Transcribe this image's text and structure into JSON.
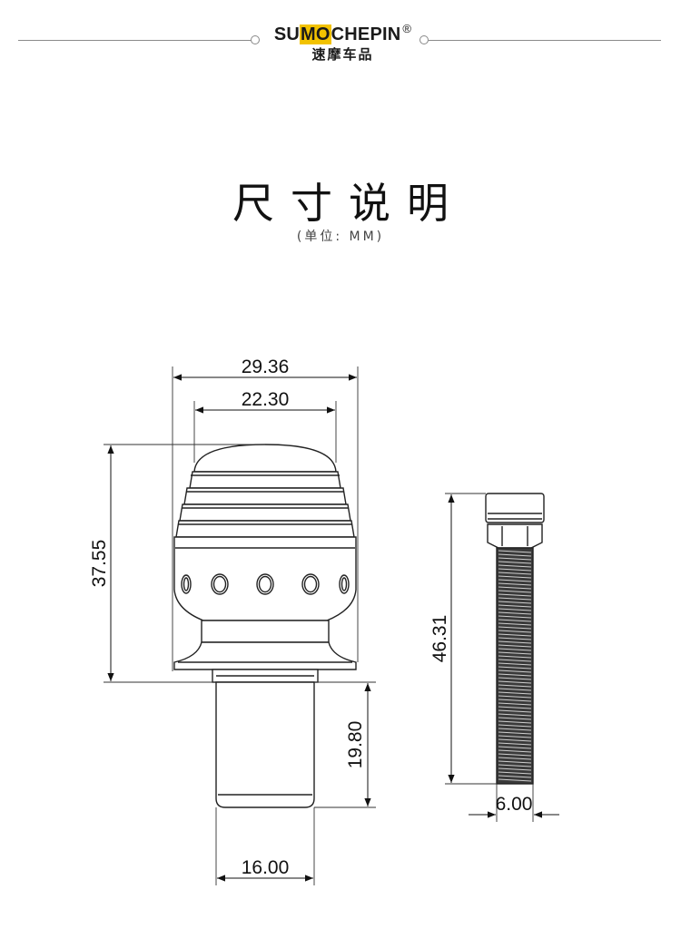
{
  "brand": {
    "name_part1": "SU",
    "name_highlight": "MO",
    "name_part2": "CHEPIN",
    "registered": "®",
    "name_cn": "速摩车品",
    "highlight_color": "#f2c200"
  },
  "heading": {
    "title": "尺寸说明",
    "unit": "(单位: MM)"
  },
  "dimensions": {
    "top_outer_width": "29.36",
    "top_inner_width": "22.30",
    "body_height": "37.55",
    "shaft_length": "19.80",
    "shaft_diameter": "16.00",
    "bolt_length": "46.31",
    "bolt_diameter": "6.00"
  }
}
